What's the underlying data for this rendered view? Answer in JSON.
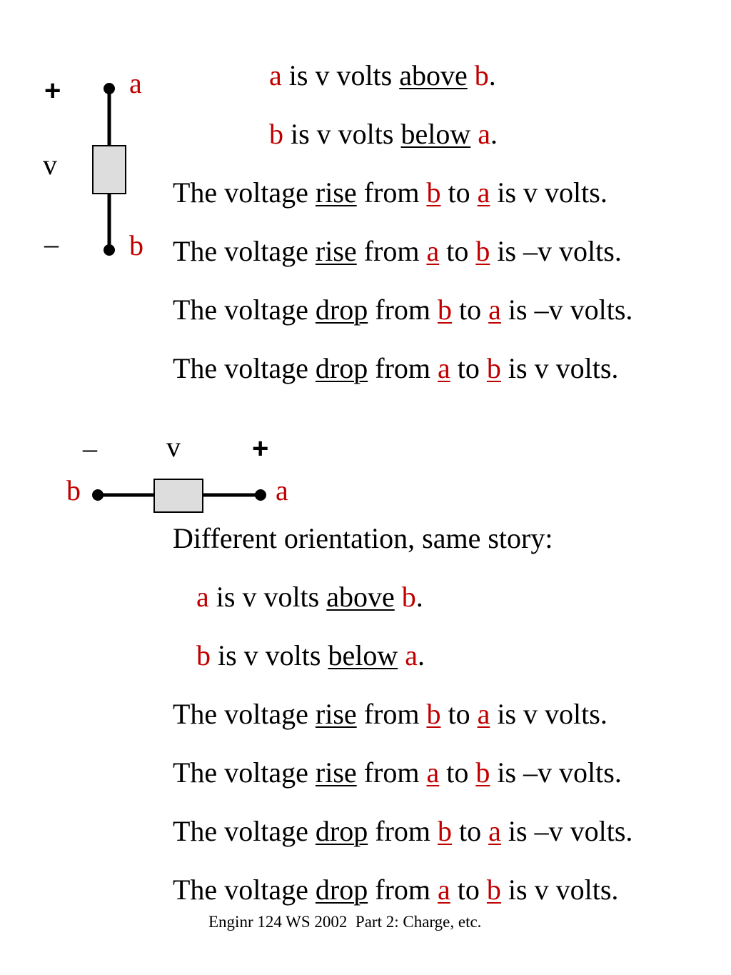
{
  "colors": {
    "terminal_label": "#c00000",
    "element_fill": "#dddddd",
    "text": "#000000"
  },
  "diagram_vertical": {
    "plus": "+",
    "minus": "–",
    "voltage_label": "v",
    "terminal_top": "a",
    "terminal_bottom": "b"
  },
  "diagram_horizontal": {
    "plus": "+",
    "minus": "–",
    "voltage_label": "v",
    "terminal_left": "b",
    "terminal_right": "a"
  },
  "section1": {
    "l1": {
      "a": "a",
      "t1": " is v volts ",
      "w": "above",
      "b": "b",
      "end": "."
    },
    "l2": {
      "b": "b",
      "t1": " is v volts ",
      "w": "below",
      "a": "a",
      "end": "."
    },
    "l3": {
      "t1": "The voltage ",
      "w": "rise",
      "t2": " from ",
      "n1": "b",
      "t3": " to ",
      "n2": "a",
      "t4": " is v volts."
    },
    "l4": {
      "t1": "The voltage ",
      "w": "rise",
      "t2": " from ",
      "n1": "a",
      "t3": " to ",
      "n2": "b",
      "t4": " is –v volts."
    },
    "l5": {
      "t1": "The voltage ",
      "w": "drop",
      "t2": " from ",
      "n1": "b",
      "t3": " to ",
      "n2": "a",
      "t4": " is –v volts."
    },
    "l6": {
      "t1": "The voltage ",
      "w": "drop",
      "t2": " from ",
      "n1": "a",
      "t3": " to ",
      "n2": "b",
      "t4": " is v volts."
    }
  },
  "section2": {
    "intro": "Different orientation, same story:",
    "l1": {
      "a": "a",
      "t1": " is v volts ",
      "w": "above",
      "b": "b",
      "end": "."
    },
    "l2": {
      "b": "b",
      "t1": " is v volts ",
      "w": "below",
      "a": "a",
      "end": "."
    },
    "l3": {
      "t1": "The voltage ",
      "w": "rise",
      "t2": " from ",
      "n1": "b",
      "t3": " to ",
      "n2": "a",
      "t4": " is v volts."
    },
    "l4": {
      "t1": "The voltage ",
      "w": "rise",
      "t2": " from ",
      "n1": "a",
      "t3": " to ",
      "n2": "b",
      "t4": " is –v volts."
    },
    "l5": {
      "t1": "The voltage ",
      "w": "drop",
      "t2": " from ",
      "n1": "b",
      "t3": " to ",
      "n2": "a",
      "t4": " is –v volts."
    },
    "l6": {
      "t1": "The voltage ",
      "w": "drop",
      "t2": " from ",
      "n1": "a",
      "t3": " to ",
      "n2": "b",
      "t4": " is v volts."
    }
  },
  "footer": "Enginr 124 WS 2002  Part 2: Charge, etc."
}
